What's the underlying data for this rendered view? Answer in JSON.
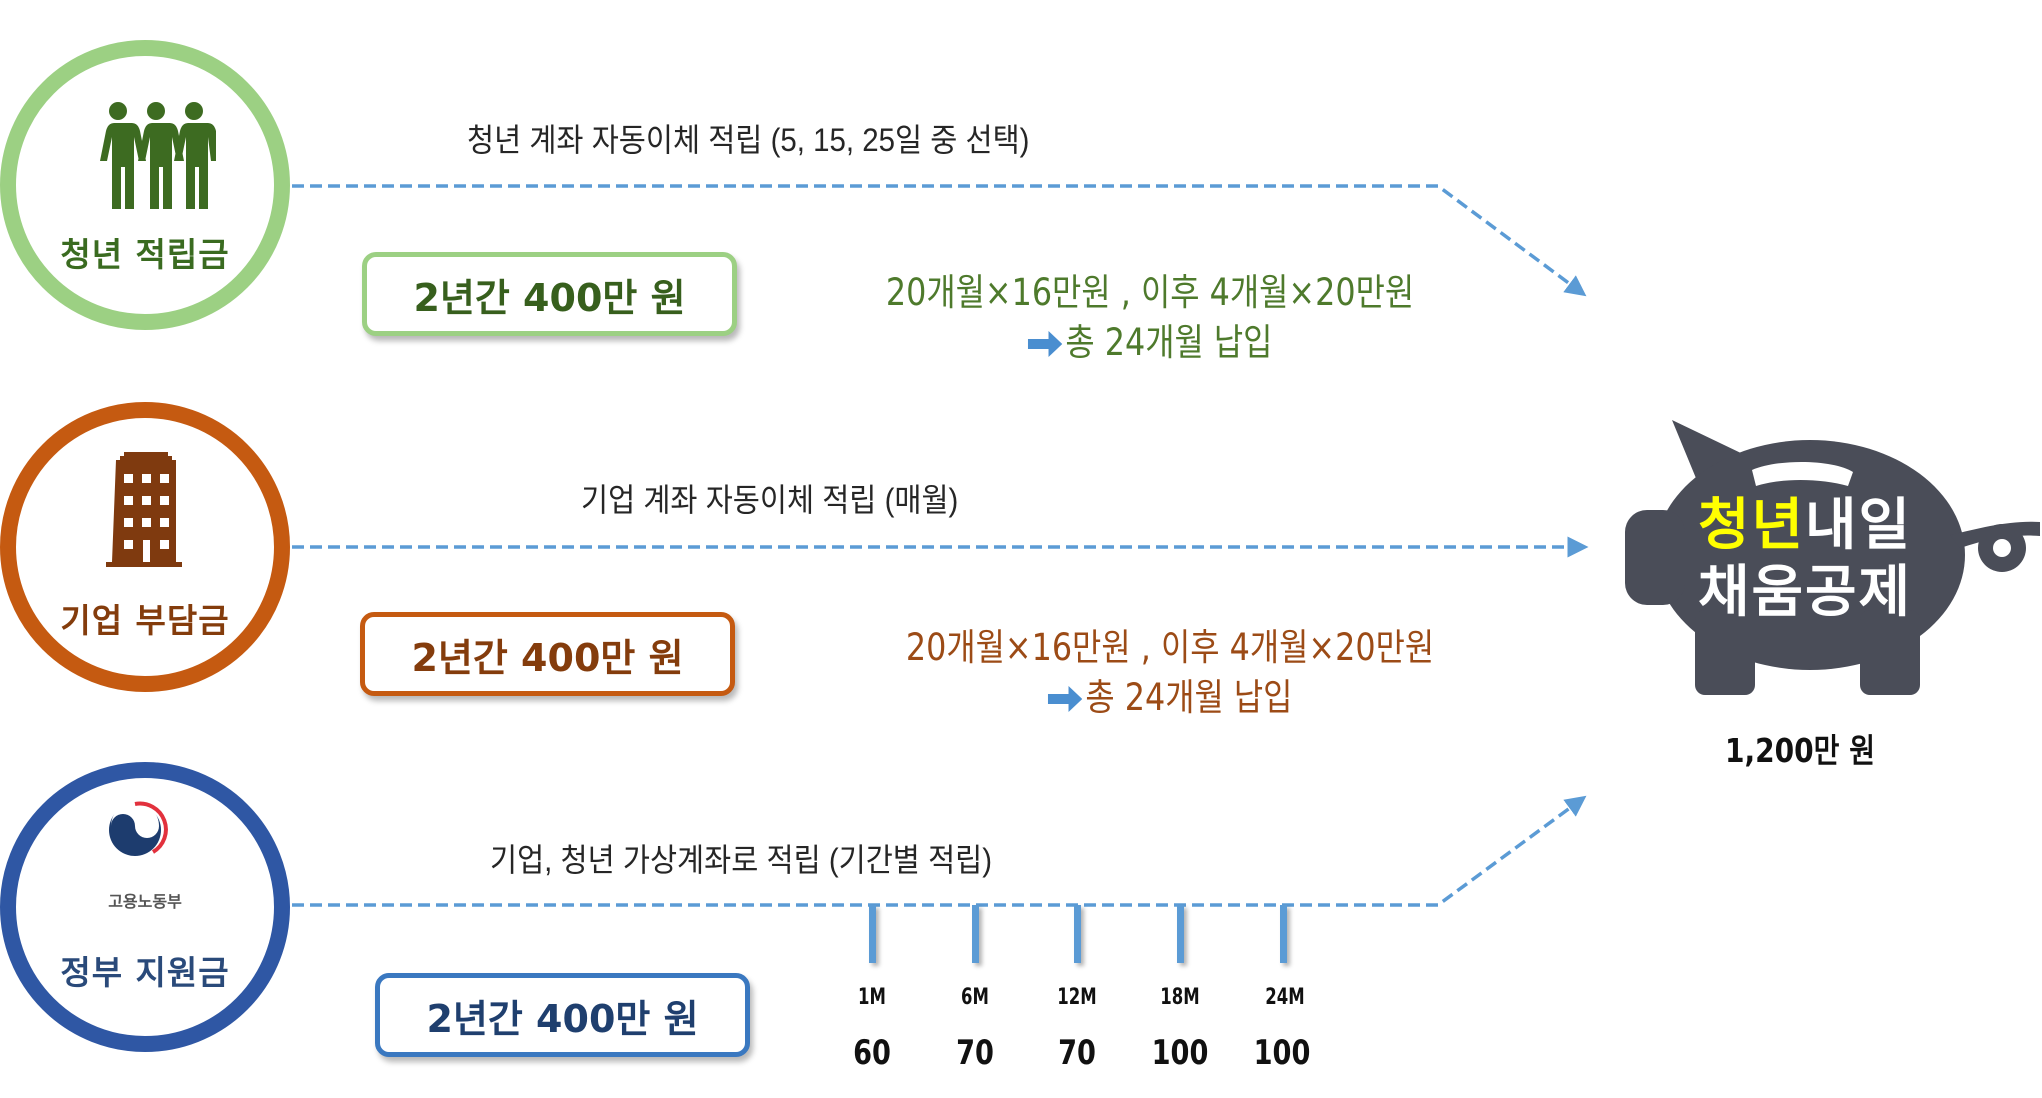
{
  "colors": {
    "youth": "#9cd083",
    "youth_text": "#3a6b20",
    "company": "#c55a11",
    "company_text": "#843c0c",
    "government": "#2f57a4",
    "government_text": "#2a4a7a",
    "flow_line": "#5b9bd5",
    "piggy": "#4a4d58",
    "highlight": "#ffff00"
  },
  "rows": [
    {
      "id": "youth",
      "circle_label": "청년 적립금",
      "icon": "people-group-icon",
      "flow_text": "청년 계좌 자동이체 적립 (5, 15, 25일 중 선택)",
      "amount": "2년간 400만 원",
      "detail_line1": "20개월×16만원 , 이후 4개월×20만원",
      "detail_line2": "총 24개월 납입"
    },
    {
      "id": "company",
      "circle_label": "기업 부담금",
      "icon": "office-building-icon",
      "flow_text": "기업 계좌 자동이체 적립 (매월)",
      "amount": "2년간 400만 원",
      "detail_line1": "20개월×16만원 , 이후 4개월×20만원",
      "detail_line2": "총 24개월 납입"
    },
    {
      "id": "government",
      "circle_label": "정부 지원금",
      "icon": "government-emblem-icon",
      "ministry": "고용노동부",
      "flow_text": "기업, 청년 가상계좌로 적립 (기간별 적립)",
      "amount": "2년간 400만 원",
      "schedule": [
        {
          "period": "1M",
          "value": "60"
        },
        {
          "period": "6M",
          "value": "70"
        },
        {
          "period": "12M",
          "value": "70"
        },
        {
          "period": "18M",
          "value": "100"
        },
        {
          "period": "24M",
          "value": "100"
        }
      ]
    }
  ],
  "piggy_bank": {
    "title_highlight": "청년",
    "title_rest": "내일",
    "title_line2": "채움공제",
    "total": "1,200만 원"
  }
}
